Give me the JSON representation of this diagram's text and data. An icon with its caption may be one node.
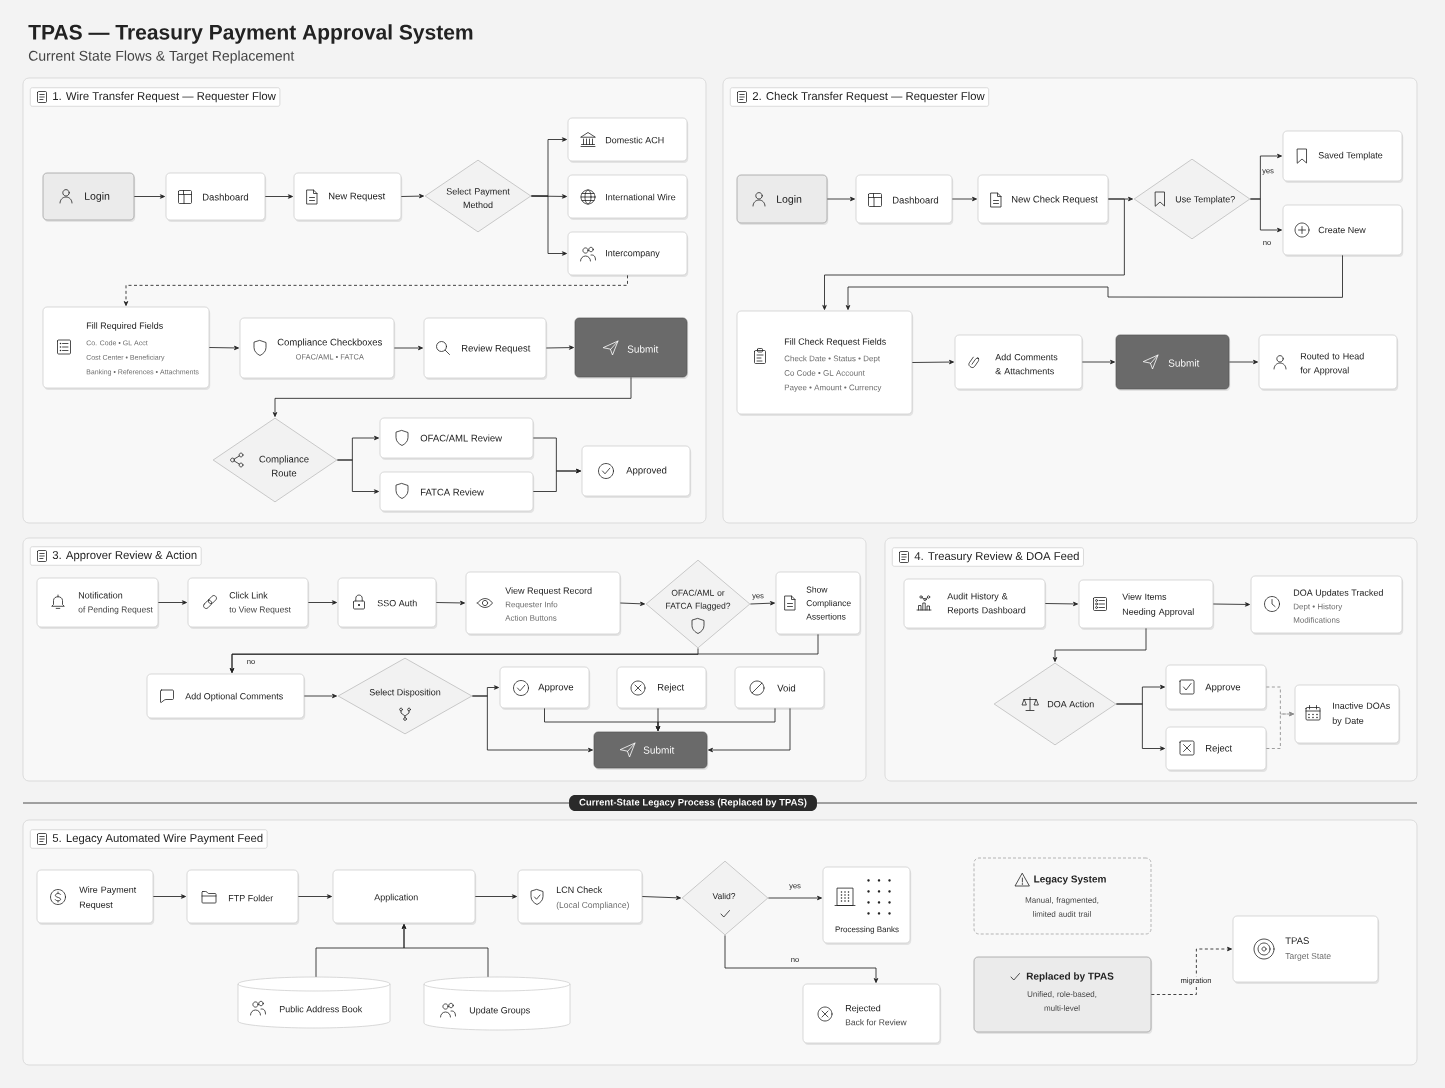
{
  "diagram": {
    "title": "TPAS — Treasury Payment Approval System",
    "nodes": [
      {
        "text": [
          "1. Wire Transfer Request — Requester Flow"
        ]
      },
      {
        "text": [
          "Login"
        ],
        "in": 0
      },
      {
        "text": [
          "Dashboard"
        ],
        "in": 0
      },
      {
        "text": [
          "New Request"
        ],
        "in": 0
      },
      {
        "text": [
          "Select Payment Method"
        ],
        "in": 0
      },
      {
        "text": [
          "Domestic ACH"
        ],
        "in": 0
      },
      {
        "text": [
          "International Wire"
        ],
        "in": 0
      },
      {
        "text": [
          "Intercompany"
        ],
        "in": 0
      },
      {
        "text": [
          "Fill Required Fields",
          "Co. Code • GL Acct",
          "Cost Center • Beneficiary",
          "Banking • References • Attachments"
        ],
        "in": 0
      },
      {
        "text": [
          "Compliance Checkboxes",
          "OFAC/AML • FATCA"
        ],
        "in": 0
      },
      {
        "text": [
          "Review Request"
        ],
        "in": 0
      },
      {
        "text": [
          "Submit"
        ],
        "in": 0
      },
      {
        "text": [
          "Compliance Route"
        ],
        "in": 0
      },
      {
        "text": [
          "OFAC/AML Review"
        ],
        "in": 0
      },
      {
        "text": [
          "FATCA Review"
        ],
        "in": 0
      },
      {
        "text": [
          "Approved"
        ],
        "in": 0
      },
      {
        "text": [
          "2. Check Transfer Request — Requester Flow"
        ]
      },
      {
        "text": [
          "Login"
        ],
        "in": 16
      },
      {
        "text": [
          "Dashboard"
        ],
        "in": 16
      },
      {
        "text": [
          "New Check Request"
        ],
        "in": 16
      },
      {
        "text": [
          "Use Template?"
        ],
        "in": 16
      },
      {
        "text": [
          "Saved Template"
        ],
        "in": 16
      },
      {
        "text": [
          "Create New"
        ],
        "in": 16
      },
      {
        "text": [
          "Fill Check Request Fields",
          "Check Date • Status • Dept",
          "Co Code • GL Account",
          "Payee • Amount • Currency"
        ],
        "in": 16
      },
      {
        "text": [
          "Add Comments & Attachments"
        ],
        "in": 16
      },
      {
        "text": [
          "Submit"
        ],
        "in": 16
      },
      {
        "text": [
          "Routed to Head for Approval"
        ],
        "in": 16
      },
      {
        "text": [
          "3. Approver Review & Action"
        ]
      },
      {
        "text": [
          "Notification",
          "of Pending Request"
        ],
        "in": 27
      },
      {
        "text": [
          "Click Link",
          "to View Request"
        ],
        "in": 27
      },
      {
        "text": [
          "SSO Auth"
        ],
        "in": 27
      },
      {
        "text": [
          "View Request Record",
          "Requester Info",
          "Action Buttons"
        ],
        "in": 27
      },
      {
        "text": [
          "OFAC/AML or FATCA Flagged?"
        ],
        "in": 27
      },
      {
        "text": [
          "Show Compliance Assertions"
        ],
        "in": 27
      },
      {
        "text": [
          "Add Optional Comments"
        ],
        "in": 27
      },
      {
        "text": [
          "Select Disposition"
        ],
        "in": 27
      },
      {
        "text": [
          "Approve"
        ],
        "in": 27
      },
      {
        "text": [
          "Reject"
        ],
        "in": 27
      },
      {
        "text": [
          "Void"
        ],
        "in": 27
      },
      {
        "text": [
          "Submit"
        ],
        "in": 27
      },
      {
        "text": [
          "4. Treasury Review & DOA Feed"
        ]
      },
      {
        "text": [
          "Audit History & Reports Dashboard"
        ],
        "in": 40
      },
      {
        "text": [
          "View Items Needing Approval"
        ],
        "in": 40
      },
      {
        "text": [
          "DOA Updates Tracked",
          "Dept • History",
          "Modifications"
        ],
        "in": 40
      },
      {
        "text": [
          "DOA Action"
        ],
        "in": 40
      },
      {
        "text": [
          "Approve"
        ],
        "in": 40
      },
      {
        "text": [
          "Reject"
        ],
        "in": 40
      },
      {
        "text": [
          "Inactive DOAs by Date"
        ],
        "in": 40
      },
      {
        "text": [
          "5. Legacy Automated Wire Payment Feed"
        ]
      },
      {
        "text": [
          "Wire Payment Request"
        ],
        "in": 48
      },
      {
        "text": [
          "FTP Folder"
        ],
        "in": 48
      },
      {
        "text": [
          "Application"
        ],
        "in": 48
      },
      {
        "text": [
          "LCN Check",
          "(Local Compliance)"
        ],
        "in": 48
      },
      {
        "text": [
          "Valid?"
        ],
        "in": 48
      },
      {
        "text": [
          "Processing Banks"
        ],
        "in": 48
      },
      {
        "text": [
          "Public Address Book"
        ],
        "in": 48
      },
      {
        "text": [
          "Update Groups"
        ],
        "in": 48
      },
      {
        "text": [
          "Rejected",
          "Back for Review"
        ],
        "in": 48
      },
      {
        "text": [
          "Legacy System",
          "Manual, fragmented, limited audit trail"
        ],
        "in": 48
      },
      {
        "text": [
          "Replaced by TPAS",
          "Unified, role-based, multi-level"
        ],
        "in": 48
      },
      {
        "text": [
          "TPAS",
          "Target State"
        ],
        "in": 48
      }
    ],
    "edges": [
      {
        "from": 1,
        "to": 2,
        "arrow": "to"
      },
      {
        "from": 2,
        "to": 3,
        "arrow": "to"
      },
      {
        "from": 3,
        "to": 4,
        "arrow": "to"
      },
      {
        "from": 4,
        "to": 5,
        "arrow": "to"
      },
      {
        "from": 4,
        "to": 6,
        "arrow": "to"
      },
      {
        "from": 4,
        "to": 7,
        "arrow": "to"
      },
      {
        "from": 7,
        "to": 8,
        "arrow": "to",
        "style": "dashed"
      },
      {
        "from": 8,
        "to": 9,
        "arrow": "to"
      },
      {
        "from": 9,
        "to": 10,
        "arrow": "to"
      },
      {
        "from": 10,
        "to": 11,
        "arrow": "to"
      },
      {
        "from": 11,
        "to": 12,
        "arrow": "to"
      },
      {
        "from": 12,
        "to": 13,
        "arrow": "to"
      },
      {
        "from": 12,
        "to": 14,
        "arrow": "to"
      },
      {
        "from": 13,
        "to": 15,
        "arrow": "to"
      },
      {
        "from": 14,
        "to": 15,
        "arrow": "to"
      },
      {
        "from": 17,
        "to": 18,
        "arrow": "to"
      },
      {
        "from": 18,
        "to": 19,
        "arrow": "to"
      },
      {
        "from": 19,
        "to": 20,
        "arrow": "to"
      },
      {
        "from": 20,
        "to": 21,
        "arrow": "to",
        "label": "yes"
      },
      {
        "from": 20,
        "to": 22,
        "arrow": "to",
        "label": "no"
      },
      {
        "from": 19,
        "to": 23,
        "arrow": "to"
      },
      {
        "from": 22,
        "to": 23,
        "arrow": "to"
      },
      {
        "from": 23,
        "to": 24,
        "arrow": "to"
      },
      {
        "from": 24,
        "to": 25,
        "arrow": "to"
      },
      {
        "from": 25,
        "to": 26,
        "arrow": "to"
      },
      {
        "from": 28,
        "to": 29,
        "arrow": "to"
      },
      {
        "from": 29,
        "to": 30,
        "arrow": "to"
      },
      {
        "from": 30,
        "to": 31,
        "arrow": "to"
      },
      {
        "from": 31,
        "to": 32,
        "arrow": "to"
      },
      {
        "from": 32,
        "to": 33,
        "arrow": "to",
        "label": "yes"
      },
      {
        "from": 32,
        "to": 34,
        "arrow": "to",
        "label": "no"
      },
      {
        "from": 33,
        "to": 34,
        "arrow": "to"
      },
      {
        "from": 34,
        "to": 35,
        "arrow": "to"
      },
      {
        "from": 35,
        "to": 36,
        "arrow": "to"
      },
      {
        "from": 35,
        "to": 39,
        "arrow": "to"
      },
      {
        "from": 36,
        "to": 39,
        "arrow": "to"
      },
      {
        "from": 37,
        "to": 39,
        "arrow": "to"
      },
      {
        "from": 38,
        "to": 39,
        "arrow": "to"
      },
      {
        "from": 38,
        "to": 39,
        "arrow": "to"
      },
      {
        "from": 41,
        "to": 42,
        "arrow": "to"
      },
      {
        "from": 42,
        "to": 43,
        "arrow": "to"
      },
      {
        "from": 42,
        "to": 44,
        "arrow": "to"
      },
      {
        "from": 44,
        "to": 45,
        "arrow": "to"
      },
      {
        "from": 44,
        "to": 46,
        "arrow": "to"
      },
      {
        "from": 45,
        "to": 47,
        "arrow": "to",
        "style": "dashed",
        "color": "#8c8c8c"
      },
      {
        "from": 46,
        "to": 47,
        "arrow": "to",
        "style": "dashed",
        "color": "#8c8c8c"
      },
      {
        "from": 49,
        "to": 50,
        "arrow": "to"
      },
      {
        "from": 50,
        "to": 51,
        "arrow": "to"
      },
      {
        "from": 51,
        "to": 52,
        "arrow": "to"
      },
      {
        "from": 52,
        "to": 53,
        "arrow": "to"
      },
      {
        "from": 53,
        "to": 54,
        "arrow": "to",
        "label": "yes"
      },
      {
        "from": 53,
        "to": 57,
        "arrow": "to",
        "label": "no"
      },
      {
        "from": 55,
        "to": 51,
        "arrow": "to"
      },
      {
        "from": 56,
        "to": 51,
        "arrow": "to"
      },
      {
        "from": 59,
        "to": 60,
        "arrow": "to",
        "style": "dashed",
        "label": "migration"
      }
    ],
    "labels": [
      "Current State Flows & Target Replacement",
      "Current-State Legacy Process (Replaced by TPAS)"
    ]
  }
}
